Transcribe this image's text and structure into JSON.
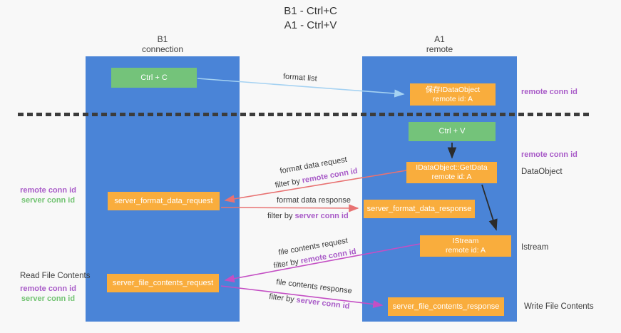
{
  "title": {
    "line1": "B1 - Ctrl+C",
    "line2": "A1 - Ctrl+V"
  },
  "columns": {
    "left": {
      "header_line1": "B1",
      "header_line2": "connection"
    },
    "right": {
      "header_line1": "A1",
      "header_line2": "remote"
    }
  },
  "boxes": {
    "ctrl_c": "Ctrl + C",
    "ctrl_v": "Ctrl + V",
    "save_dataobject": {
      "line1": "保存IDataObject",
      "line2": "remote id: A"
    },
    "getdata": {
      "line1": "IDataObject::GetData",
      "line2": "remote id: A"
    },
    "istream": {
      "line1": "IStream",
      "line2": "remote id: A"
    },
    "format_request": "server_format_data_request",
    "format_response": "server_format_data_response",
    "file_request": "server_file_contents_request",
    "file_response": "server_file_contents_response"
  },
  "arrow_labels": {
    "format_list": "format list",
    "format_data_request": "format data request",
    "format_data_response": "format data response",
    "file_contents_request": "file contents request",
    "file_contents_response": "file contents response",
    "filter_by": "filter by ",
    "remote_conn_id": "remote conn id",
    "server_conn_id": "server conn id"
  },
  "side_labels": {
    "remote_conn_id": "remote conn id",
    "server_conn_id": "server conn id",
    "dataobject": "DataObject",
    "istream": "Istream",
    "read_file_contents": "Read File Contents",
    "write_file_contents": "Write File Contents"
  },
  "colors": {
    "column_blue": "#4a84d7",
    "box_green": "#74c37a",
    "box_orange": "#f9ad3d",
    "arrow_salmon": "#e87272",
    "arrow_magenta": "#c44fc4",
    "arrow_lightblue": "#a5d2f2",
    "arrow_black": "#2b2b2b",
    "text_purple": "#a95cc8",
    "text_green": "#72c372",
    "background": "#f8f8f8"
  }
}
